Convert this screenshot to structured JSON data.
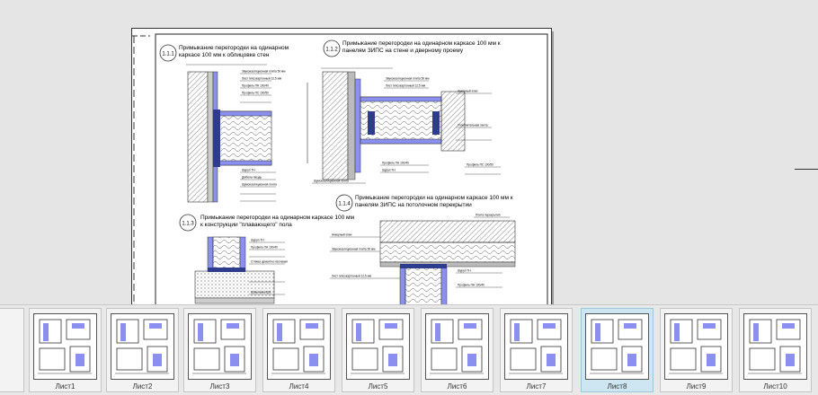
{
  "details": [
    {
      "num": "1.1.1",
      "title1": "Примыкание перегородки на одинарном",
      "title2": "каркасе 100 мм к облицовке стен"
    },
    {
      "num": "1.1.2",
      "title1": "Примыкание перегородки на одинарном каркасе 100 мм к",
      "title2": "панелям ЗИПС на стене и дверному проему"
    },
    {
      "num": "1.1.3",
      "title1": "Примыкание перегородки на одинарном каркасе 100 мм",
      "title2": "к конструкции \"плавающего\" пола"
    },
    {
      "num": "1.1.4",
      "title1": "Примыкание перегородки на одинарном каркасе 100 мм к",
      "title2": "панелям ЗИПС на потолочном перекрытии"
    }
  ],
  "callouts": {
    "c1": "Шуруп ТН",
    "c2": "Профиль ПН 100/40",
    "c3": "Профиль ПС 100/50",
    "c4": "Лист гипсокартонный 12,5 мм",
    "c5": "Шумоизоляционная лента",
    "c6": "Дюбель-гвоздь",
    "c7": "Звукоизоляционная плита 50 мм",
    "c8": "Анкерный клин",
    "c9": "Плита перекрытия",
    "c10": "Уплотнительная лента",
    "c11": "Стяжка цементно-песчаная",
    "c12": "Шпаклевка ШВ"
  },
  "thumbnails": [
    {
      "label": "Лист1"
    },
    {
      "label": "Лист2"
    },
    {
      "label": "Лист3"
    },
    {
      "label": "Лист4"
    },
    {
      "label": "Лист5"
    },
    {
      "label": "Лист6"
    },
    {
      "label": "Лист7"
    },
    {
      "label": "Лист8"
    },
    {
      "label": "Лист9"
    },
    {
      "label": "Лист10"
    }
  ],
  "active_sheet": "Лист8",
  "colors": {
    "panel_blue": "#8a8ff0",
    "hatch": "#333333",
    "active_thumb": "#cde6f2"
  }
}
